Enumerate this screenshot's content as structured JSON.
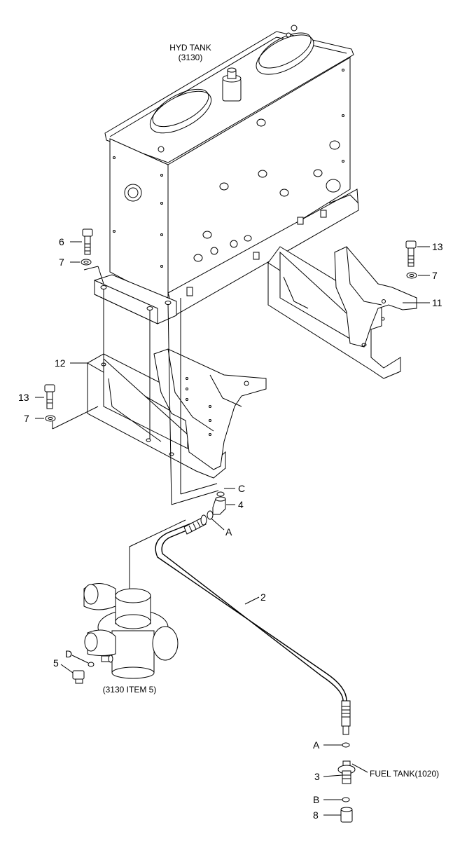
{
  "diagram": {
    "title_lines": [
      "HYD TANK",
      "(3130)"
    ],
    "pump_label": "(3130 ITEM 5)",
    "fuel_tank_label": "FUEL TANK(1020)",
    "callouts": {
      "c6": "6",
      "c7a": "7",
      "c13a": "13",
      "c7b": "7",
      "c11": "11",
      "c12": "12",
      "c13b": "13",
      "c7c": "7",
      "cC": "C",
      "c4": "4",
      "cA1": "A",
      "c2": "2",
      "cD": "D",
      "c5": "5",
      "cA2": "A",
      "c3": "3",
      "cB": "B",
      "c8": "8"
    }
  }
}
